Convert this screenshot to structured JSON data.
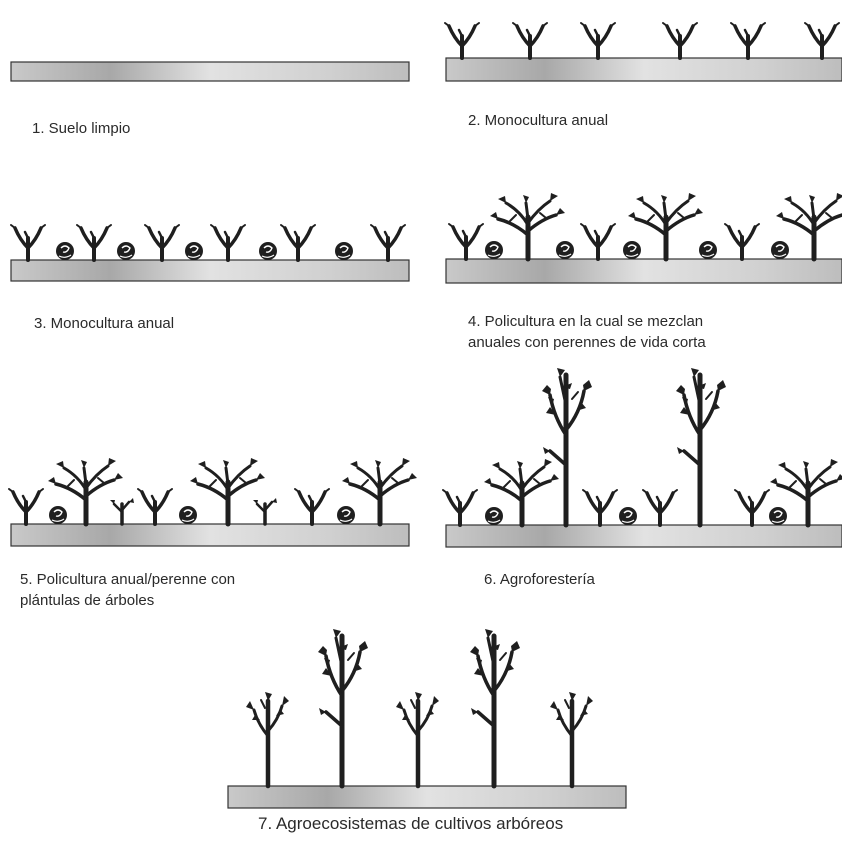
{
  "panels": [
    {
      "id": 1,
      "caption": "1. Suelo limpio"
    },
    {
      "id": 2,
      "caption": "2. Monocultura anual"
    },
    {
      "id": 3,
      "caption": "3. Monocultura anual"
    },
    {
      "id": 4,
      "caption_line1": "4. Policultura en la cual se mezclan",
      "caption_line2": "anuales con perennes de vida corta"
    },
    {
      "id": 5,
      "caption_line1": "5. Policultura anual/perenne con",
      "caption_line2": "plántulas de árboles"
    },
    {
      "id": 6,
      "caption": "6. Agroforestería"
    },
    {
      "id": 7,
      "caption": "7. Agroecosistemas de cultivos arbóreos"
    }
  ],
  "colors": {
    "soil_fill": "#dcdcdc",
    "soil_shade": "#9a9a9a",
    "soil_stroke": "#333333",
    "plant": "#1f1f1f",
    "page": "#ffffff"
  },
  "icons": [
    "annual-seedling-icon",
    "cabbage-icon",
    "perennial-shrub-icon",
    "tree-seedling-icon",
    "tree-icon"
  ]
}
